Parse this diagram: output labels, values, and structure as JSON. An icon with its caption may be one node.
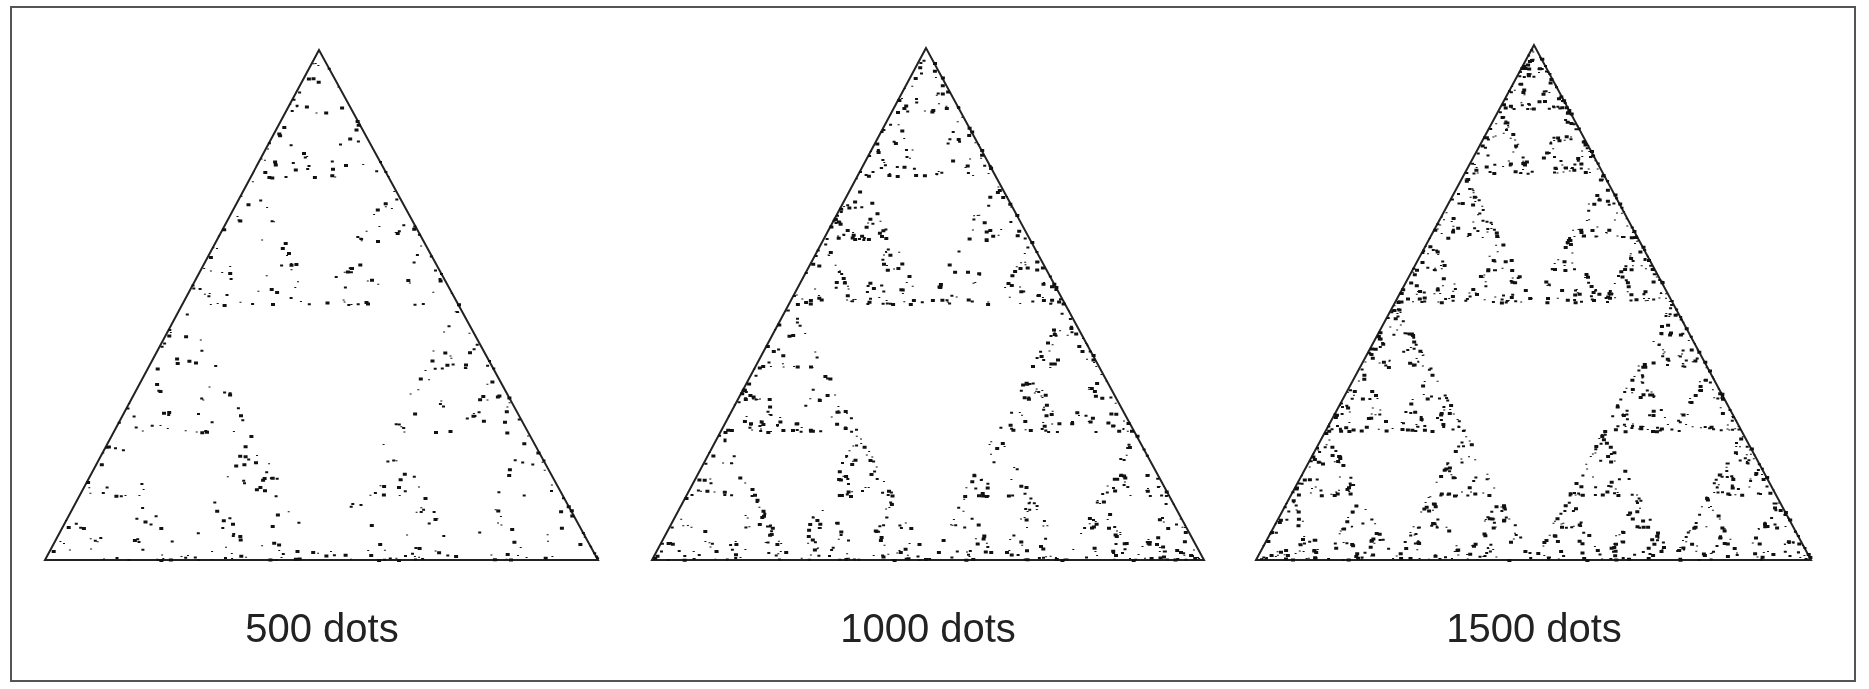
{
  "diagram": {
    "labels": [
      "500 dots",
      "1000 dots",
      "1500 dots"
    ]
  }
}
